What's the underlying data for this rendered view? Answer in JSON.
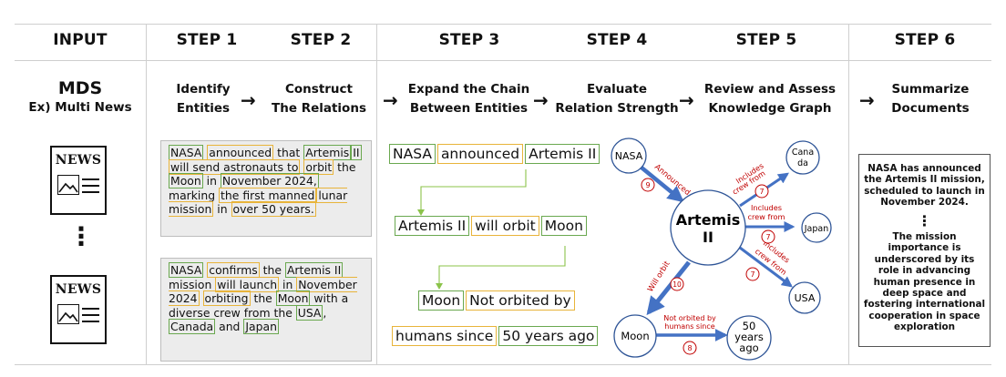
{
  "headers": {
    "input": "INPUT",
    "step1": "STEP 1",
    "step2": "STEP 2",
    "step3": "STEP 3",
    "step4": "STEP 4",
    "step5": "STEP 5",
    "step6": "STEP 6"
  },
  "input": {
    "title": "MDS",
    "subtitle": "Ex) Multi News",
    "news_label": "NEWS",
    "ellipsis": "⋮"
  },
  "steps": {
    "step1": [
      "Identify",
      "Entities"
    ],
    "step2": [
      "Construct",
      "The Relations"
    ],
    "step3": [
      "Expand the Chain",
      "Between Entities"
    ],
    "step4": [
      "Evaluate",
      "Relation Strength"
    ],
    "step5": [
      "Review and Assess",
      "Knowledge Graph"
    ],
    "step6": [
      "Summarize",
      "Documents"
    ]
  },
  "doc1": [
    {
      "t": "NASA",
      "c": "g"
    },
    {
      "t": " "
    },
    {
      "t": "announced",
      "c": "y"
    },
    {
      "t": " that "
    },
    {
      "t": "Artemis",
      "c": "g"
    },
    {
      "t": "II",
      "c": "g"
    },
    {
      "t": " "
    },
    {
      "t": "will send astronauts to",
      "c": "y"
    },
    {
      "t": " "
    },
    {
      "t": "orbit",
      "c": "y"
    },
    {
      "t": " the "
    },
    {
      "t": "Moon",
      "c": "g"
    },
    {
      "t": " in "
    },
    {
      "t": "November 2024,",
      "c": "g"
    },
    {
      "t": " marking "
    },
    {
      "t": "the first manned",
      "c": "y"
    },
    {
      "t": "lunar mission",
      "c": "y"
    },
    {
      "t": " in "
    },
    {
      "t": "over 50 years.",
      "c": "y"
    }
  ],
  "doc2": [
    {
      "t": "NASA",
      "c": "g"
    },
    {
      "t": " "
    },
    {
      "t": "confirms",
      "c": "y"
    },
    {
      "t": " the "
    },
    {
      "t": "Artemis II",
      "c": "g"
    },
    {
      "t": " mission "
    },
    {
      "t": "will launch",
      "c": "y"
    },
    {
      "t": " in "
    },
    {
      "t": "November 2024",
      "c": "y"
    },
    {
      "t": " "
    },
    {
      "t": "orbiting",
      "c": "y"
    },
    {
      "t": " the "
    },
    {
      "t": "Moon",
      "c": "g"
    },
    {
      "t": " with a diverse crew from the "
    },
    {
      "t": "USA",
      "c": "g"
    },
    {
      "t": ", "
    },
    {
      "t": "Canada",
      "c": "g"
    },
    {
      "t": " and "
    },
    {
      "t": "Japan",
      "c": "g"
    }
  ],
  "chain": {
    "row1": [
      {
        "t": "NASA",
        "c": "g"
      },
      {
        "t": "announced",
        "c": "y"
      },
      {
        "t": "Artemis II",
        "c": "g"
      }
    ],
    "row2": [
      {
        "t": "Artemis II",
        "c": "g"
      },
      {
        "t": "will orbit",
        "c": "y"
      },
      {
        "t": "Moon",
        "c": "g"
      }
    ],
    "row3": [
      {
        "t": "Moon",
        "c": "g"
      },
      {
        "t": "Not orbited by",
        "c": "y"
      }
    ],
    "row4": [
      {
        "t": "humans since",
        "c": "y"
      },
      {
        "t": "50 years ago",
        "c": "g"
      }
    ]
  },
  "graph": {
    "nodes": {
      "nasa": "NASA",
      "artemis_1": "Artemis",
      "artemis_2": "II",
      "canada_1": "Cana",
      "canada_2": "da",
      "japan": "Japan",
      "usa": "USA",
      "moon": "Moon",
      "fifty_1": "50",
      "fifty_2": "years",
      "fifty_3": "ago"
    },
    "edges": {
      "announced": "Announced",
      "crew_canada_1": "Includes",
      "crew_canada_2": "crew from",
      "crew_japan_1": "Includes",
      "crew_japan_2": "crew from",
      "crew_usa_1": "Includes",
      "crew_usa_2": "crew from",
      "will_orbit": "Will orbit",
      "not_orbited_1": "Not orbited by",
      "not_orbited_2": "humans since"
    },
    "scores": {
      "announced": "9",
      "canada": "7",
      "japan": "7",
      "usa": "7",
      "will_orbit": "10",
      "not_orbited": "8"
    },
    "colors": {
      "arrow": "#4472c4",
      "label": "#c00000",
      "node": "#2f5597"
    }
  },
  "summary": {
    "p1": "NASA has announced the Artemis II mission, scheduled to launch in November 2024.",
    "dots": "⋮",
    "p2": "The mission importance is underscored by its role in advancing human presence in deep space and fostering international cooperation in space exploration"
  },
  "arrows": {
    "right": "→"
  }
}
